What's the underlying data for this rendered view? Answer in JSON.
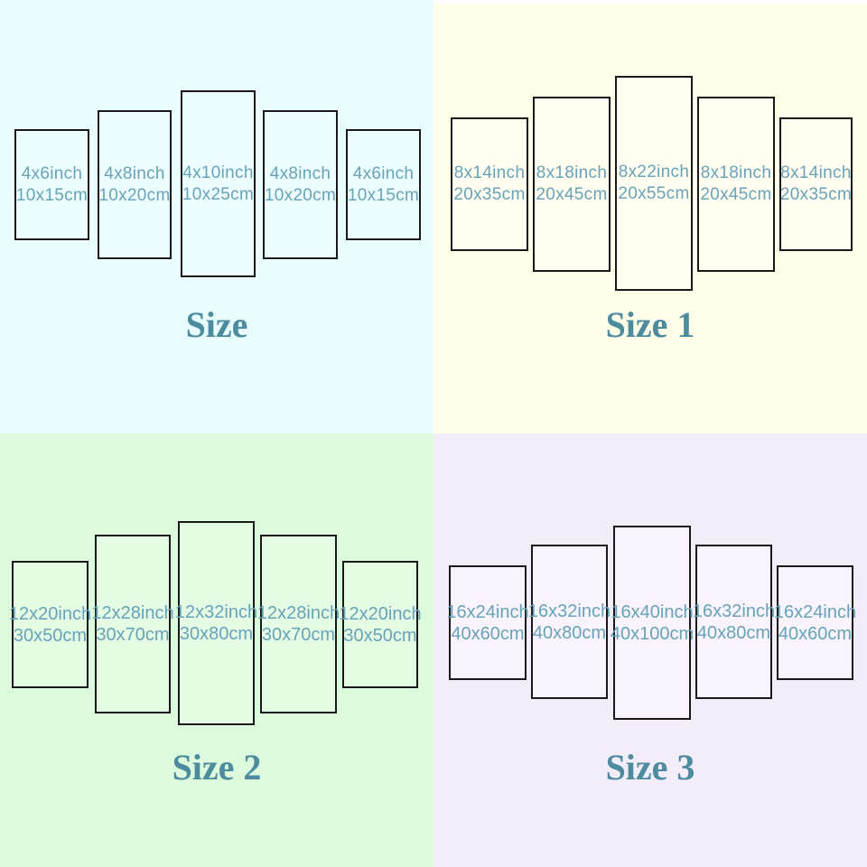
{
  "colors": {
    "quadrant_bg_size": "#e8fcfd",
    "quadrant_bg_size_1": "#fffee9",
    "quadrant_bg_size_2": "#dcfadc",
    "quadrant_bg_size_3": "#f3edfa",
    "panel_border": "#191919",
    "panel_text": "#68a3b8",
    "title_text": "#4d8c9f"
  },
  "quadrants": [
    {
      "label": "Size",
      "panels": [
        {
          "line1": "4x6inch",
          "line2": "10x15cm"
        },
        {
          "line1": "4x8inch",
          "line2": "10x20cm"
        },
        {
          "line1": "4x10inch",
          "line2": "10x25cm"
        },
        {
          "line1": "4x8inch",
          "line2": "10x20cm"
        },
        {
          "line1": "4x6inch",
          "line2": "10x15cm"
        }
      ]
    },
    {
      "label": "Size 1",
      "panels": [
        {
          "line1": "8x14inch",
          "line2": "20x35cm"
        },
        {
          "line1": "8x18inch",
          "line2": "20x45cm"
        },
        {
          "line1": "8x22inch",
          "line2": "20x55cm"
        },
        {
          "line1": "8x18inch",
          "line2": "20x45cm"
        },
        {
          "line1": "8x14inch",
          "line2": "20x35cm"
        }
      ]
    },
    {
      "label": "Size 2",
      "panels": [
        {
          "line1": "12x20inch",
          "line2": "30x50cm"
        },
        {
          "line1": "12x28inch",
          "line2": "30x70cm"
        },
        {
          "line1": "12x32inch",
          "line2": "30x80cm"
        },
        {
          "line1": "12x28inch",
          "line2": "30x70cm"
        },
        {
          "line1": "12x20inch",
          "line2": "30x50cm"
        }
      ]
    },
    {
      "label": "Size 3",
      "panels": [
        {
          "line1": "16x24inch",
          "line2": "40x60cm"
        },
        {
          "line1": "16x32inch",
          "line2": "40x80cm"
        },
        {
          "line1": "16x40inch",
          "line2": "40x100cm"
        },
        {
          "line1": "16x32inch",
          "line2": "40x80cm"
        },
        {
          "line1": "16x24inch",
          "line2": "40x60cm"
        }
      ]
    }
  ]
}
